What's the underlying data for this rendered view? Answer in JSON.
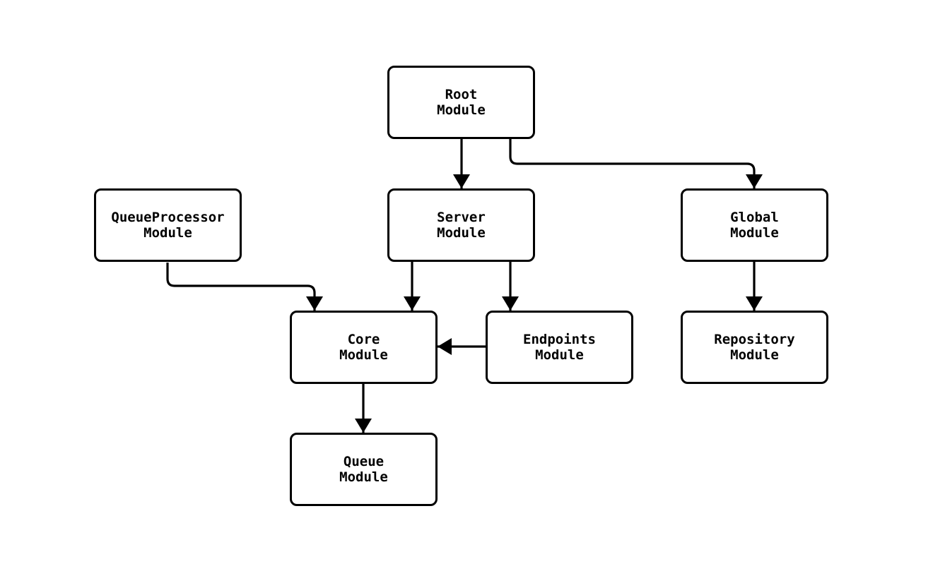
{
  "diagram": {
    "type": "module-dependency-flowchart",
    "background_color": "#ffffff",
    "node_fill_color": "#ffffff",
    "node_border_color": "#000000",
    "edge_color": "#000000",
    "text_color": "#000000",
    "nodes": {
      "root": {
        "label": "Root\nModule"
      },
      "queueprocessor": {
        "label": "QueueProcessor\nModule"
      },
      "server": {
        "label": "Server\nModule"
      },
      "global": {
        "label": "Global\nModule"
      },
      "core": {
        "label": "Core\nModule"
      },
      "endpoints": {
        "label": "Endpoints\nModule"
      },
      "repository": {
        "label": "Repository\nModule"
      },
      "queue": {
        "label": "Queue\nModule"
      }
    },
    "edges": [
      {
        "from": "Root Module",
        "to": "Server Module"
      },
      {
        "from": "Root Module",
        "to": "Global Module"
      },
      {
        "from": "QueueProcessor Module",
        "to": "Core Module"
      },
      {
        "from": "Server Module",
        "to": "Core Module"
      },
      {
        "from": "Server Module",
        "to": "Endpoints Module"
      },
      {
        "from": "Global Module",
        "to": "Repository Module"
      },
      {
        "from": "Endpoints Module",
        "to": "Core Module"
      },
      {
        "from": "Core Module",
        "to": "Queue Module"
      }
    ]
  }
}
